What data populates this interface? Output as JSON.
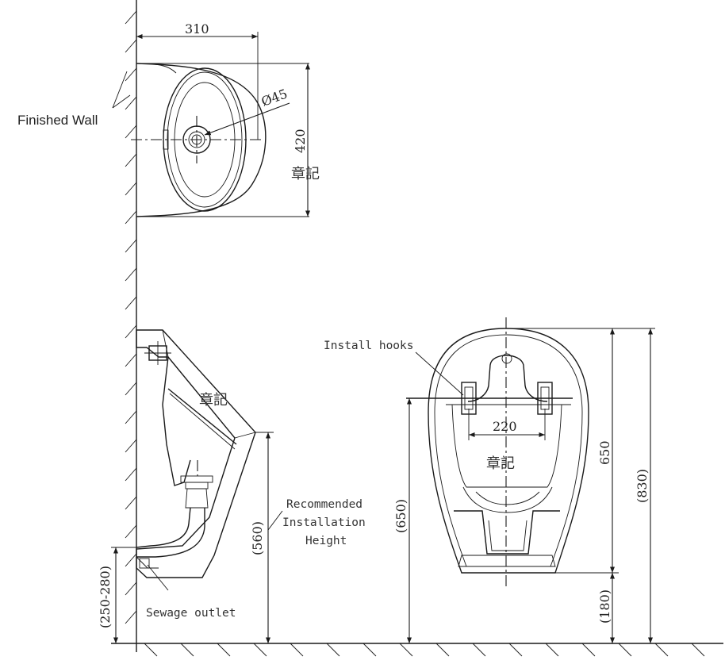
{
  "labels": {
    "finished_wall": "Finished Wall",
    "install_hooks": "Install hooks",
    "recommended_1": "Recommended",
    "recommended_2": "Installation",
    "recommended_3": "Height",
    "sewage_outlet": "Sewage outlet"
  },
  "dimensions": {
    "top_width": "310",
    "top_depth": "420",
    "outlet_diameter": "Ø45",
    "hook_spacing": "220",
    "front_install_height": "(650)",
    "total_height": "(830)",
    "body_height": "650",
    "bottom_clearance": "(180)",
    "side_rim_height": "(560)",
    "outlet_height": "(250-280)"
  },
  "stamps": {
    "seal_top": "章記",
    "seal_side": "章記",
    "seal_front": "章記"
  }
}
